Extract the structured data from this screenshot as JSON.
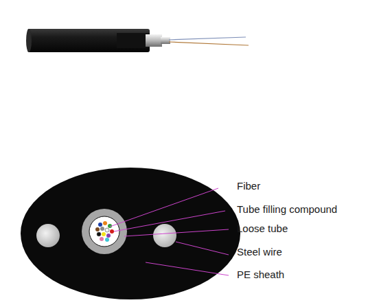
{
  "diagram": {
    "labels": [
      "Fiber",
      "Tube filling compound",
      "Loose tube",
      "Steel wire",
      "PE sheath"
    ]
  }
}
